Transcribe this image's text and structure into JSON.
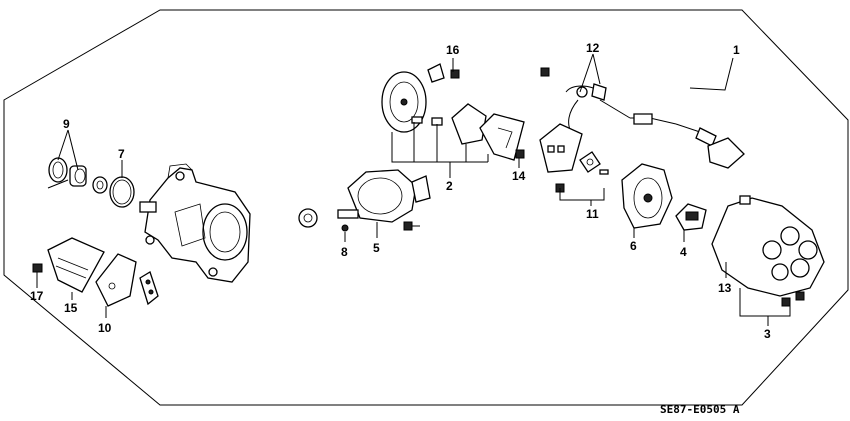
{
  "diagram": {
    "code": "SE87-E0505 A",
    "callouts": [
      {
        "id": "1",
        "text": "1"
      },
      {
        "id": "2",
        "text": "2"
      },
      {
        "id": "3",
        "text": "3"
      },
      {
        "id": "4",
        "text": "4"
      },
      {
        "id": "5",
        "text": "5"
      },
      {
        "id": "6",
        "text": "6"
      },
      {
        "id": "7",
        "text": "7"
      },
      {
        "id": "8",
        "text": "8"
      },
      {
        "id": "9",
        "text": "9"
      },
      {
        "id": "10",
        "text": "10"
      },
      {
        "id": "11",
        "text": "11"
      },
      {
        "id": "12",
        "text": "12"
      },
      {
        "id": "13",
        "text": "13"
      },
      {
        "id": "14",
        "text": "14"
      },
      {
        "id": "15",
        "text": "15"
      },
      {
        "id": "16",
        "text": "16"
      },
      {
        "id": "17",
        "text": "17"
      }
    ]
  }
}
